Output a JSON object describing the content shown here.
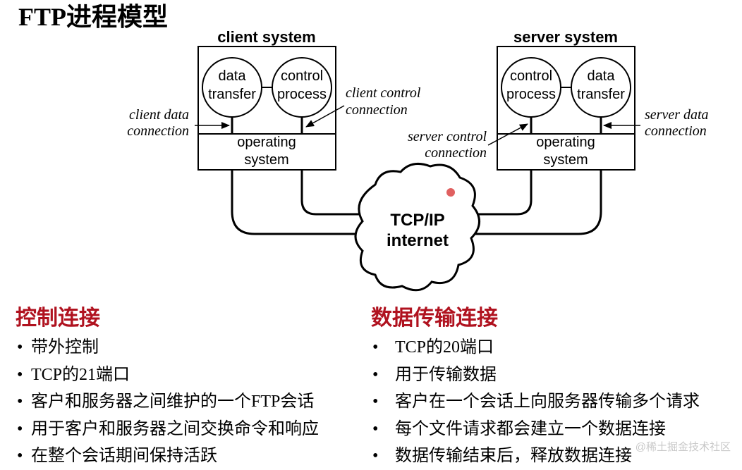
{
  "title": "FTP进程模型",
  "diagram": {
    "client_system": {
      "label": "client system",
      "process_left": [
        "data",
        "transfer"
      ],
      "process_right": [
        "control",
        "process"
      ],
      "os": [
        "operating",
        "system"
      ]
    },
    "server_system": {
      "label": "server system",
      "process_left": [
        "control",
        "process"
      ],
      "process_right": [
        "data",
        "transfer"
      ],
      "os": [
        "operating",
        "system"
      ]
    },
    "annotations": {
      "client_data_connection": [
        "client data",
        "connection"
      ],
      "client_control_connection": [
        "client control",
        "connection"
      ],
      "server_control_connection": [
        "server control",
        "connection"
      ],
      "server_data_connection": [
        "server data",
        "connection"
      ]
    },
    "network": [
      "TCP/IP",
      "internet"
    ],
    "marker_color": "#e06060"
  },
  "control_connection": {
    "heading": "控制连接",
    "items": [
      "带外控制",
      "TCP的21端口",
      "客户和服务器之间维护的一个FTP会话",
      "用于客户和服务器之间交换命令和响应",
      "在整个会话期间保持活跃"
    ]
  },
  "data_connection": {
    "heading": "数据传输连接",
    "items": [
      "TCP的20端口",
      "用于传输数据",
      "客户在一个会话上向服务器传输多个请求",
      "每个文件请求都会建立一个数据连接",
      "数据传输结束后，释放数据连接"
    ]
  },
  "bullet_glyph": "•",
  "watermark": "@稀土掘金技术社区",
  "accent_color": "#b0121f"
}
